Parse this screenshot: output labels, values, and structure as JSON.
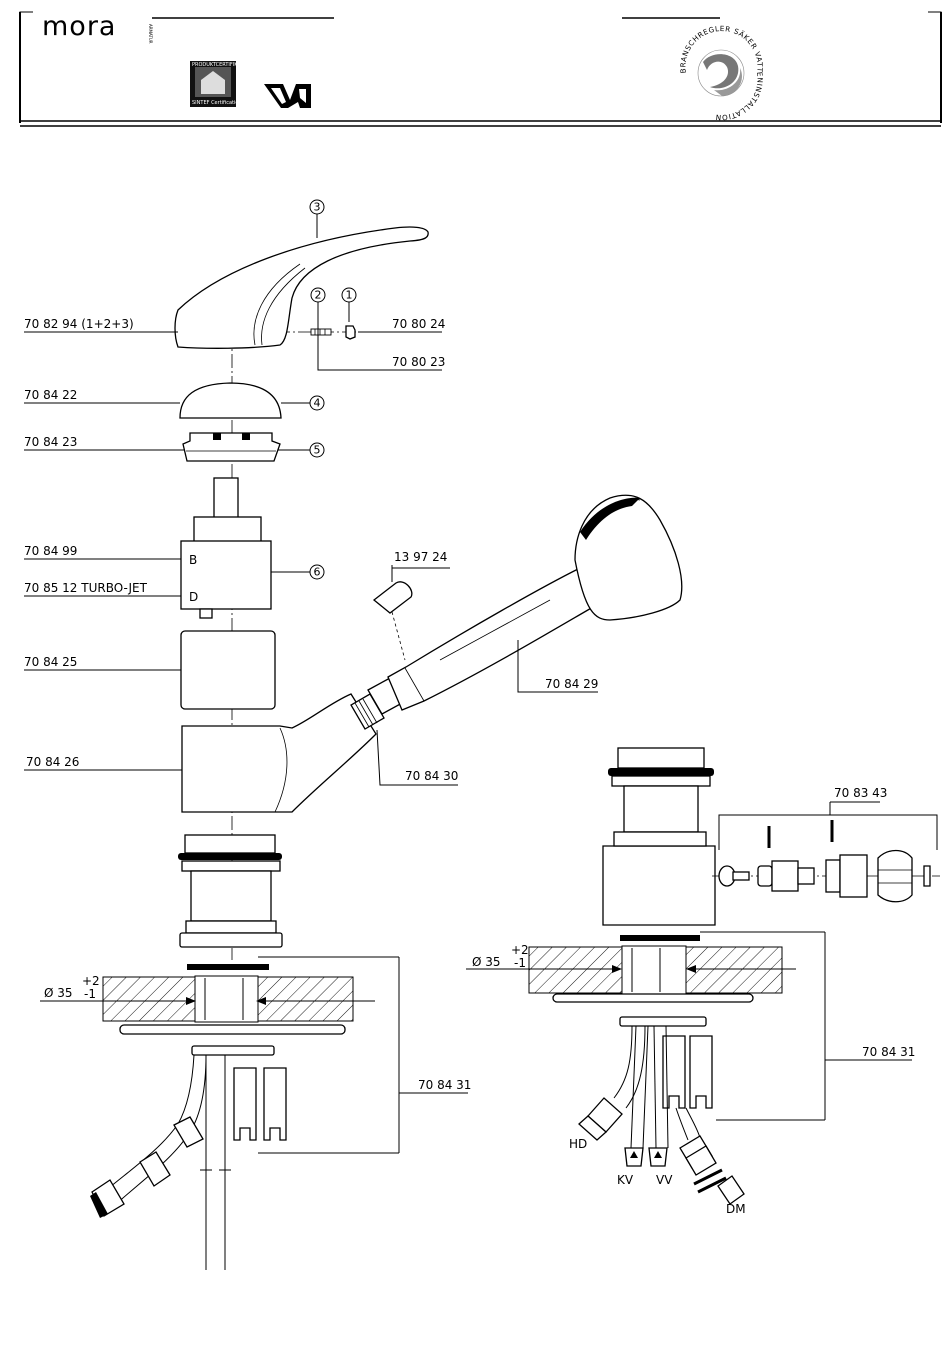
{
  "header": {
    "brand": "mora",
    "brand_sub": "ARMATUR",
    "cert_badge_top": "PRODUKTCERTIFIKAT",
    "cert_badge_bottom": "SINTEF Certification",
    "vatten_logo": "va",
    "seal_text": "BRANSCHREGLER SÄKER VATTENINSTALLATION"
  },
  "callouts": {
    "c1": "1",
    "c2": "2",
    "c3": "3",
    "c4": "4",
    "c5": "5",
    "c6": "6"
  },
  "labels": {
    "handle_assembly": "70 82 94 (1+2+3)",
    "screw": "70 80 24",
    "pin": "70 80 23",
    "cap": "70 84 22",
    "ring": "70 84 23",
    "cartridge": "70 84 99",
    "cartridge_turbo": "70 85 12  TURBO-JET",
    "cartridge_b": "B",
    "cartridge_d": "D",
    "sleeve": "70 84 25",
    "body": "70 84 26",
    "aerator": "13 97 24",
    "spray_head": "70 84 29",
    "hose_nut": "70 84 30",
    "mounting_kit_left": "70 84 31",
    "mounting_kit_right": "70 84 31",
    "valve_kit": "70 83 43",
    "dia_left": "Ø 35",
    "dia_right": "Ø 35",
    "tol_plus": "+2",
    "tol_minus": "-1",
    "tol_plus_r": "+2",
    "tol_minus_r": "-1",
    "hd": "HD",
    "kv": "KV",
    "vv": "VV",
    "dm": "DM"
  }
}
